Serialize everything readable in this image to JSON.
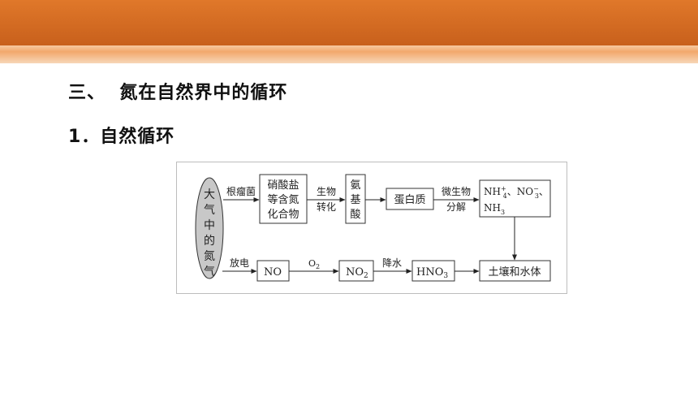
{
  "header": {
    "accent_color": "#d26a22",
    "stripe_color": "#f4b47e"
  },
  "section_title": "三、  氮在自然界中的循环",
  "sub_title": "1．自然循环",
  "diagram": {
    "source_lines": [
      "大",
      "气",
      "中",
      "的",
      "氮",
      "气"
    ],
    "box_nitrate_lines": [
      "硝酸盐",
      "等含氮",
      "化合物"
    ],
    "box_amino_lines": [
      "氨",
      "基",
      "酸"
    ],
    "box_protein": "蛋白质",
    "box_ions": {
      "nh4": "NH",
      "nh4_sub": "4",
      "nh4_sup": "+",
      "sep": "、",
      "no3": "NO",
      "no3_sub": "3",
      "no3_sup": "−",
      "sep2": "、",
      "nh3": "NH",
      "nh3_sub": "3"
    },
    "box_soil": "土壤和水体",
    "box_no": "NO",
    "box_no2": {
      "main": "NO",
      "sub": "2"
    },
    "box_hno3": {
      "main": "HNO",
      "sub": "3"
    },
    "label_nodule_bacteria": "根瘤菌",
    "label_bio_lines": [
      "生物",
      "转化"
    ],
    "label_microbe_lines": [
      "微生物",
      "分解"
    ],
    "label_discharge": "放电",
    "label_o2": {
      "main": "O",
      "sub": "2"
    },
    "label_rain": "降水"
  }
}
